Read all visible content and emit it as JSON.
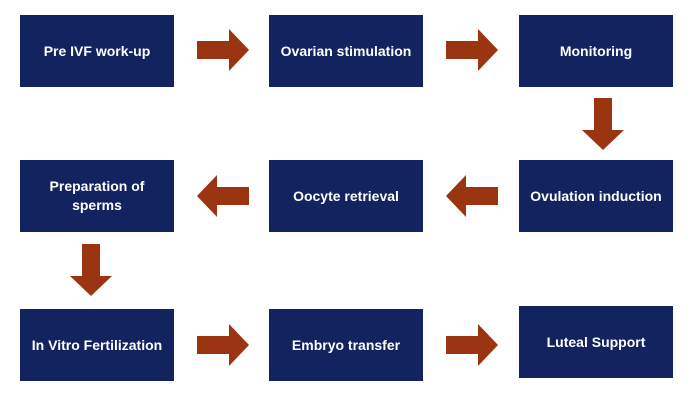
{
  "flowchart": {
    "colors": {
      "box_fill": "#13235f",
      "box_text": "#ffffff",
      "arrow_fill": "#9a3411"
    },
    "steps": [
      {
        "label": "Pre IVF work-up"
      },
      {
        "label": "Ovarian stimulation"
      },
      {
        "label": "Monitoring"
      },
      {
        "label": "Ovulation induction"
      },
      {
        "label": "Oocyte retrieval"
      },
      {
        "label": "Preparation of sperms"
      },
      {
        "label": "In Vitro Fertilization"
      },
      {
        "label": "Embryo transfer"
      },
      {
        "label": "Luteal Support"
      }
    ],
    "arrows": [
      {
        "from": 1,
        "to": 2,
        "direction": "right"
      },
      {
        "from": 2,
        "to": 3,
        "direction": "right"
      },
      {
        "from": 3,
        "to": 4,
        "direction": "down"
      },
      {
        "from": 4,
        "to": 5,
        "direction": "left"
      },
      {
        "from": 5,
        "to": 6,
        "direction": "left"
      },
      {
        "from": 6,
        "to": 7,
        "direction": "down"
      },
      {
        "from": 7,
        "to": 8,
        "direction": "right"
      },
      {
        "from": 8,
        "to": 9,
        "direction": "right"
      }
    ]
  }
}
